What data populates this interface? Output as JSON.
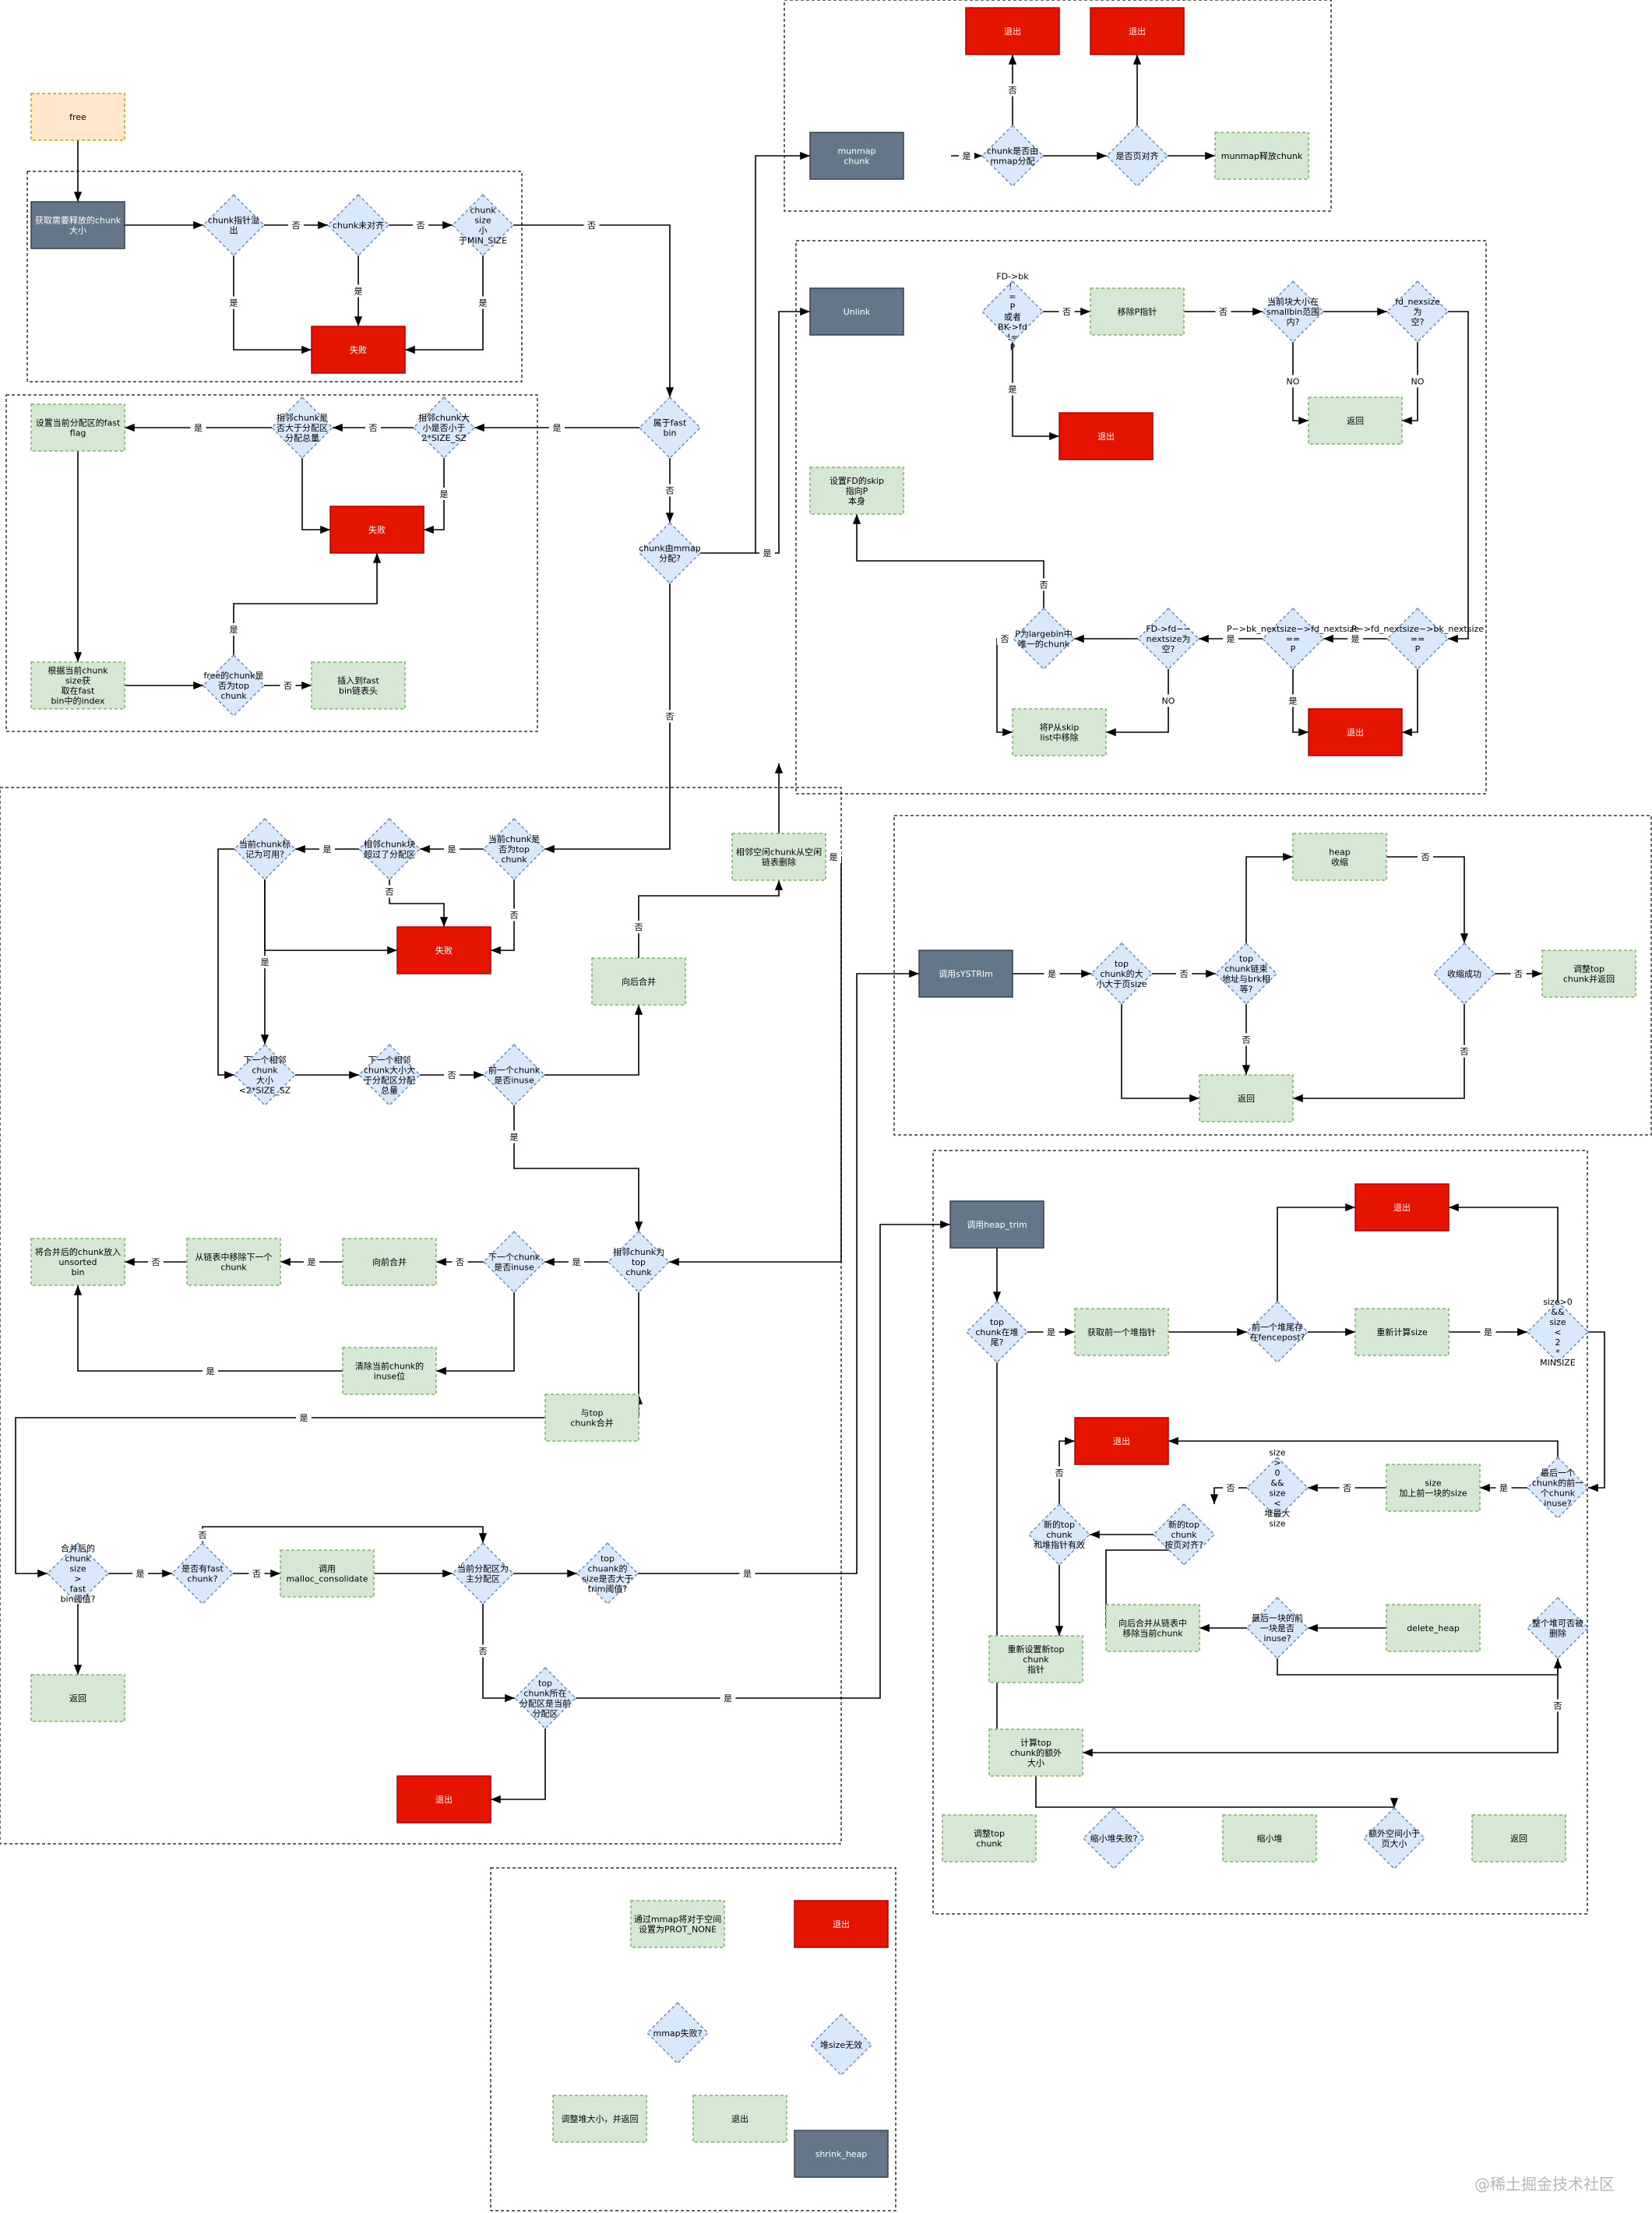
{
  "regions": [
    {
      "id": "r-munmap"
    },
    {
      "id": "r-unlink"
    },
    {
      "id": "r-check"
    },
    {
      "id": "r-fastbin"
    },
    {
      "id": "r-merge"
    },
    {
      "id": "r-systrim"
    },
    {
      "id": "r-heaptrim"
    },
    {
      "id": "r-shrink"
    }
  ],
  "nodes": [
    {
      "id": "free",
      "type": "orange",
      "text": "free"
    },
    {
      "id": "get_size",
      "type": "dark",
      "text": "获取需要释放的chunk 大小"
    },
    {
      "id": "d_ptr_overflow",
      "type": "diamond",
      "text": "chunk指针溢 出"
    },
    {
      "id": "d_unaligned",
      "type": "diamond",
      "text": "chunk未对齐"
    },
    {
      "id": "d_min_size",
      "type": "diamond",
      "text": "chunk size 小 于MIN_SIZE"
    },
    {
      "id": "fail1",
      "type": "red",
      "text": "失败"
    },
    {
      "id": "d_fastbin",
      "type": "diamond",
      "text": "属于fast bin"
    },
    {
      "id": "d_next_small",
      "type": "diamond",
      "text": "相邻chunk大 小是否小于 2*SIZE_SZ"
    },
    {
      "id": "d_next_big",
      "type": "diamond",
      "text": "相邻chunk是 否大于分配区 分配总量"
    },
    {
      "id": "set_fast_flag",
      "type": "green",
      "text": "设置当前分配区的fast flag"
    },
    {
      "id": "fail2",
      "type": "red",
      "text": "失败"
    },
    {
      "id": "get_fb_index",
      "type": "green",
      "text": "根据当前chunk size获 取在fast bin中的index"
    },
    {
      "id": "d_fb_top",
      "type": "diamond",
      "text": "free的chunk是 否为top chunk"
    },
    {
      "id": "insert_fb",
      "type": "green",
      "text": "插入到fast bin链表头"
    },
    {
      "id": "d_mmap",
      "type": "diamond",
      "text": "chunk由mmap 分配?"
    },
    {
      "id": "munmap_chunk",
      "type": "dark",
      "text": "munmap chunk"
    },
    {
      "id": "d_mm_alloc",
      "type": "diamond",
      "text": "chunk是否由 mmap分配"
    },
    {
      "id": "d_page_align",
      "type": "diamond",
      "text": "是否页对齐"
    },
    {
      "id": "munmap_free",
      "type": "green",
      "text": "munmap释放chunk"
    },
    {
      "id": "exit1",
      "type": "red",
      "text": "退出"
    },
    {
      "id": "exit2",
      "type": "red",
      "text": "退出"
    },
    {
      "id": "unlink",
      "type": "dark",
      "text": "Unlink"
    },
    {
      "id": "d_fdbk",
      "type": "diamond",
      "text": "FD->bk ！ = P 或者 BK->fd != P"
    },
    {
      "id": "remove_p",
      "type": "green",
      "text": "移除P指针"
    },
    {
      "id": "d_smallbin",
      "type": "diamond",
      "text": "当前块大小在 smallbin范围 内?"
    },
    {
      "id": "d_fd_nextsize",
      "type": "diamond",
      "text": "fd_nexsize 为 空?"
    },
    {
      "id": "ret1",
      "type": "green",
      "text": "返回"
    },
    {
      "id": "exit3",
      "type": "red",
      "text": "退出"
    },
    {
      "id": "set_fd_skip",
      "type": "green",
      "text": "设置FD的skip 指向P 本身"
    },
    {
      "id": "d_p_bk",
      "type": "diamond",
      "text": "P−>fd_nextsize−>bk_nextsize == P"
    },
    {
      "id": "d_p_fd",
      "type": "diamond",
      "text": "P−>bk_nextsize−>fd_nextsize == P"
    },
    {
      "id": "d_fd_empty",
      "type": "diamond",
      "text": "FD->fd−− nextsize为 空?"
    },
    {
      "id": "d_only",
      "type": "diamond",
      "text": "P为largebin中 唯一的chunk"
    },
    {
      "id": "remove_skip",
      "type": "green",
      "text": "将P从skip list中移除"
    },
    {
      "id": "exit4",
      "type": "red",
      "text": "退出"
    },
    {
      "id": "d_cur_top",
      "type": "diamond",
      "text": "当前chunk是 否为top chunk"
    },
    {
      "id": "d_blk_over",
      "type": "diamond",
      "text": "相邻chunk块 超过了分配区"
    },
    {
      "id": "d_cur_use",
      "type": "diamond",
      "text": "当前chunk标 记为可用?"
    },
    {
      "id": "fail3",
      "type": "red",
      "text": "失败"
    },
    {
      "id": "backward_merge",
      "type": "green",
      "text": "向后合并"
    },
    {
      "id": "unlink_adj",
      "type": "green",
      "text": "相邻空闲chunk从空闲 链表删除"
    },
    {
      "id": "d_next_small2",
      "type": "diamond",
      "text": "下一个相邻 chunk 大小 <2*SIZE_SZ"
    },
    {
      "id": "d_next_big2",
      "type": "diamond",
      "text": "下一个相邻 chunk大小大 于分配区分配 总量"
    },
    {
      "id": "d_prev_inuse",
      "type": "diamond",
      "text": "前一个chunk 是否inuse"
    },
    {
      "id": "d_adj_top",
      "type": "diamond",
      "text": "相邻chunk为 top chunk"
    },
    {
      "id": "d_next_inuse",
      "type": "diamond",
      "text": "下一个chunk 是否inuse"
    },
    {
      "id": "forward_merge",
      "type": "green",
      "text": "向前合并"
    },
    {
      "id": "remove_next",
      "type": "green",
      "text": "从链表中移除下一个 chunk"
    },
    {
      "id": "to_unsorted",
      "type": "green",
      "text": "将合并后的chunk放入 unsorted bin"
    },
    {
      "id": "clear_inuse",
      "type": "green",
      "text": "清除当前chunk的 inuse位"
    },
    {
      "id": "merge_top",
      "type": "green",
      "text": "与top chunk合并"
    },
    {
      "id": "d_merged_size",
      "type": "diamond",
      "text": "合并后的 chunk size > fast bin阈值?"
    },
    {
      "id": "d_has_fast",
      "type": "diamond",
      "text": "是否有fast chunk?"
    },
    {
      "id": "malloc_consolidate",
      "type": "green",
      "text": "调用 malloc_consolidate"
    },
    {
      "id": "d_main_arena",
      "type": "diamond",
      "text": "当前分配区为 主分配区"
    },
    {
      "id": "d_trim_thresh",
      "type": "diamond",
      "text": "top chuank的 size是否大于 trim阈值?"
    },
    {
      "id": "ret2",
      "type": "green",
      "text": "返回"
    },
    {
      "id": "d_top_arena",
      "type": "diamond",
      "text": "top chunk所在 分配区是当前 分配区"
    },
    {
      "id": "exit5",
      "type": "red",
      "text": "退出"
    },
    {
      "id": "systrim",
      "type": "dark",
      "text": "调用sYSTRIm"
    },
    {
      "id": "d_top_page",
      "type": "diamond",
      "text": "top chunk的大 小大于页size"
    },
    {
      "id": "d_top_brk",
      "type": "diamond",
      "text": "top chunk链束 地址与brk相 等?"
    },
    {
      "id": "heap_shrink",
      "type": "green",
      "text": "heap 收缩"
    },
    {
      "id": "d_shrink_ok",
      "type": "diamond",
      "text": "收缩成功"
    },
    {
      "id": "adjust_top_ret",
      "type": "green",
      "text": "调整top chunk并返回"
    },
    {
      "id": "ret3",
      "type": "green",
      "text": "返回"
    },
    {
      "id": "heap_trim",
      "type": "dark",
      "text": "调用heap_trim"
    },
    {
      "id": "d_top_tail",
      "type": "diamond",
      "text": "top chunk在堆 尾?"
    },
    {
      "id": "get_prev_heap",
      "type": "green",
      "text": "获取前一个堆指针"
    },
    {
      "id": "d_fencepost",
      "type": "diamond",
      "text": "前一个堆尾存 在fencepost?"
    },
    {
      "id": "recalc_size",
      "type": "green",
      "text": "重新计算size"
    },
    {
      "id": "d_size_min",
      "type": "diamond",
      "text": "size>0 && size < 2 * MINSIZE"
    },
    {
      "id": "exit6",
      "type": "red",
      "text": "退出"
    },
    {
      "id": "exit7",
      "type": "red",
      "text": "退出"
    },
    {
      "id": "d_last_inuse",
      "type": "diamond",
      "text": "最后一个 chunk的前一 个chunk inuse?"
    },
    {
      "id": "add_prev_size",
      "type": "green",
      "text": "size 加上前一块的size"
    },
    {
      "id": "d_size_max",
      "type": "diamond",
      "text": "size > 0 && size < 堆最大 size"
    },
    {
      "id": "d_new_top_page",
      "type": "diamond",
      "text": "新的top chunk 按页对齐?"
    },
    {
      "id": "d_new_top_valid",
      "type": "diamond",
      "text": "新的top chunk 和堆指针有效"
    },
    {
      "id": "reset_top",
      "type": "green",
      "text": "重新设置新top chunk 指针"
    },
    {
      "id": "backmerge_remove",
      "type": "green",
      "text": "向后合并从链表中 移除当前chunk"
    },
    {
      "id": "d_last_prev",
      "type": "diamond",
      "text": "最后一块的前 一块是否 inuse?"
    },
    {
      "id": "delete_heap",
      "type": "green",
      "text": "delete_heap"
    },
    {
      "id": "d_free_heap",
      "type": "diamond",
      "text": "整个堆可否被 删除"
    },
    {
      "id": "calc_extra",
      "type": "green",
      "text": "计算top chunk的额外 大小"
    },
    {
      "id": "d_extra_page",
      "type": "diamond",
      "text": "额外空间小于 页大小"
    },
    {
      "id": "shrink",
      "type": "green",
      "text": "缩小堆"
    },
    {
      "id": "d_shrink_fail",
      "type": "diamond",
      "text": "缩小堆失败?"
    },
    {
      "id": "adjust_top",
      "type": "green",
      "text": "调整top chunk"
    },
    {
      "id": "ret4",
      "type": "green",
      "text": "返回"
    },
    {
      "id": "mmap_none",
      "type": "green",
      "text": "通过mmap将对于空间 设置为PROT_NONE"
    },
    {
      "id": "exit8",
      "type": "red",
      "text": "退出"
    },
    {
      "id": "d_mmap_fail",
      "type": "diamond",
      "text": "mmap失败?"
    },
    {
      "id": "d_heap_size",
      "type": "diamond",
      "text": "堆size无效"
    },
    {
      "id": "adjust_heap_ret",
      "type": "green",
      "text": "调整堆大小，并返回"
    },
    {
      "id": "exit9",
      "type": "green",
      "text": "退出"
    },
    {
      "id": "shrink_heap",
      "type": "dark",
      "text": "shrink_heap"
    }
  ],
  "edges": [
    {
      "id": "e1",
      "label": ""
    },
    {
      "id": "e2",
      "label": ""
    },
    {
      "id": "e3",
      "label": "否"
    },
    {
      "id": "e4",
      "label": "否"
    },
    {
      "id": "e5",
      "label": "是"
    },
    {
      "id": "e6",
      "label": "是"
    },
    {
      "id": "e7",
      "label": "是"
    },
    {
      "id": "e8",
      "label": "否"
    },
    {
      "id": "e9",
      "label": "是"
    },
    {
      "id": "e10",
      "label": "否"
    },
    {
      "id": "e11",
      "label": "是"
    },
    {
      "id": "e12",
      "label": "是"
    },
    {
      "id": "e13",
      "label": ""
    },
    {
      "id": "e14",
      "label": ""
    },
    {
      "id": "e15",
      "label": ""
    },
    {
      "id": "e16",
      "label": "否"
    },
    {
      "id": "e17",
      "label": "是"
    },
    {
      "id": "e18",
      "label": "否"
    },
    {
      "id": "e19",
      "label": ""
    },
    {
      "id": "e20",
      "label": "否"
    },
    {
      "id": "e21",
      "label": "是"
    },
    {
      "id": "e22",
      "label": ""
    },
    {
      "id": "e23",
      "label": ""
    },
    {
      "id": "e24",
      "label": "否"
    },
    {
      "id": "e25",
      "label": ""
    },
    {
      "id": "e26",
      "label": "是"
    },
    {
      "id": "e27",
      "label": "否"
    },
    {
      "id": "e28",
      "label": "是"
    },
    {
      "id": "e29",
      "label": "否"
    },
    {
      "id": "e30",
      "label": ""
    },
    {
      "id": "e31",
      "label": "NO"
    },
    {
      "id": "e32",
      "label": "NO"
    },
    {
      "id": "e33",
      "label": ""
    },
    {
      "id": "e34",
      "label": "是"
    },
    {
      "id": "e35",
      "label": "是"
    },
    {
      "id": "e36",
      "label": "NO"
    },
    {
      "id": "e37",
      "label": ""
    },
    {
      "id": "e38",
      "label": "否"
    },
    {
      "id": "e39",
      "label": "否"
    },
    {
      "id": "e40",
      "label": "是"
    },
    {
      "id": "e41",
      "label": ""
    },
    {
      "id": "e42",
      "label": "是"
    },
    {
      "id": "e43",
      "label": "是"
    },
    {
      "id": "e44",
      "label": "否"
    },
    {
      "id": "e45",
      "label": "否"
    },
    {
      "id": "e46",
      "label": ""
    },
    {
      "id": "e47",
      "label": "是"
    },
    {
      "id": "e48",
      "label": ""
    },
    {
      "id": "e49",
      "label": ""
    },
    {
      "id": "e50",
      "label": "否"
    },
    {
      "id": "e51",
      "label": ""
    },
    {
      "id": "e52",
      "label": "否"
    },
    {
      "id": "e53",
      "label": ""
    },
    {
      "id": "e54",
      "label": "是"
    },
    {
      "id": "e55",
      "label": "是"
    },
    {
      "id": "e56",
      "label": "是"
    },
    {
      "id": "e57",
      "label": "否"
    },
    {
      "id": "e58",
      "label": "是"
    },
    {
      "id": "e59",
      "label": "否"
    },
    {
      "id": "e60",
      "label": ""
    },
    {
      "id": "e61",
      "label": "是"
    },
    {
      "id": "e62",
      "label": ""
    },
    {
      "id": "e63",
      "label": "是"
    },
    {
      "id": "e64",
      "label": "是"
    },
    {
      "id": "e65",
      "label": "否"
    },
    {
      "id": "e66",
      "label": ""
    },
    {
      "id": "e67",
      "label": "否"
    },
    {
      "id": "e68",
      "label": ""
    },
    {
      "id": "e69",
      "label": ""
    },
    {
      "id": "e70",
      "label": "否"
    },
    {
      "id": "e71",
      "label": "是"
    },
    {
      "id": "e72",
      "label": "是"
    },
    {
      "id": "e73",
      "label": ""
    },
    {
      "id": "e74",
      "label": "是"
    },
    {
      "id": "e75",
      "label": "否"
    },
    {
      "id": "e76",
      "label": ""
    },
    {
      "id": "e77",
      "label": "否"
    },
    {
      "id": "e78",
      "label": ""
    },
    {
      "id": "e79",
      "label": "否"
    },
    {
      "id": "e80",
      "label": "否"
    },
    {
      "id": "e81",
      "label": "否"
    },
    {
      "id": "e82",
      "label": ""
    },
    {
      "id": "e83",
      "label": "是"
    },
    {
      "id": "e84",
      "label": ""
    },
    {
      "id": "e85",
      "label": ""
    },
    {
      "id": "e86",
      "label": "是"
    },
    {
      "id": "e87",
      "label": ""
    },
    {
      "id": "e88",
      "label": ""
    },
    {
      "id": "e89",
      "label": ""
    },
    {
      "id": "e90",
      "label": "是"
    },
    {
      "id": "e91",
      "label": "否"
    },
    {
      "id": "e92",
      "label": ""
    },
    {
      "id": "e93",
      "label": "否"
    },
    {
      "id": "e94",
      "label": ""
    },
    {
      "id": "e95",
      "label": ""
    },
    {
      "id": "e96",
      "label": "否"
    },
    {
      "id": "e97",
      "label": ""
    },
    {
      "id": "e98",
      "label": ""
    },
    {
      "id": "e99",
      "label": ""
    },
    {
      "id": "e100",
      "label": ""
    },
    {
      "id": "e101",
      "label": "否"
    },
    {
      "id": "e102",
      "label": ""
    },
    {
      "id": "e103",
      "label": ""
    }
  ],
  "colors": {
    "dark_fill": "#647687",
    "red_fill": "#e51400",
    "green_fill": "#d5e8d4",
    "orange_fill": "#ffe6cc",
    "diamond_fill": "#dae8fc"
  },
  "watermark": "@稀土掘金技术社区"
}
